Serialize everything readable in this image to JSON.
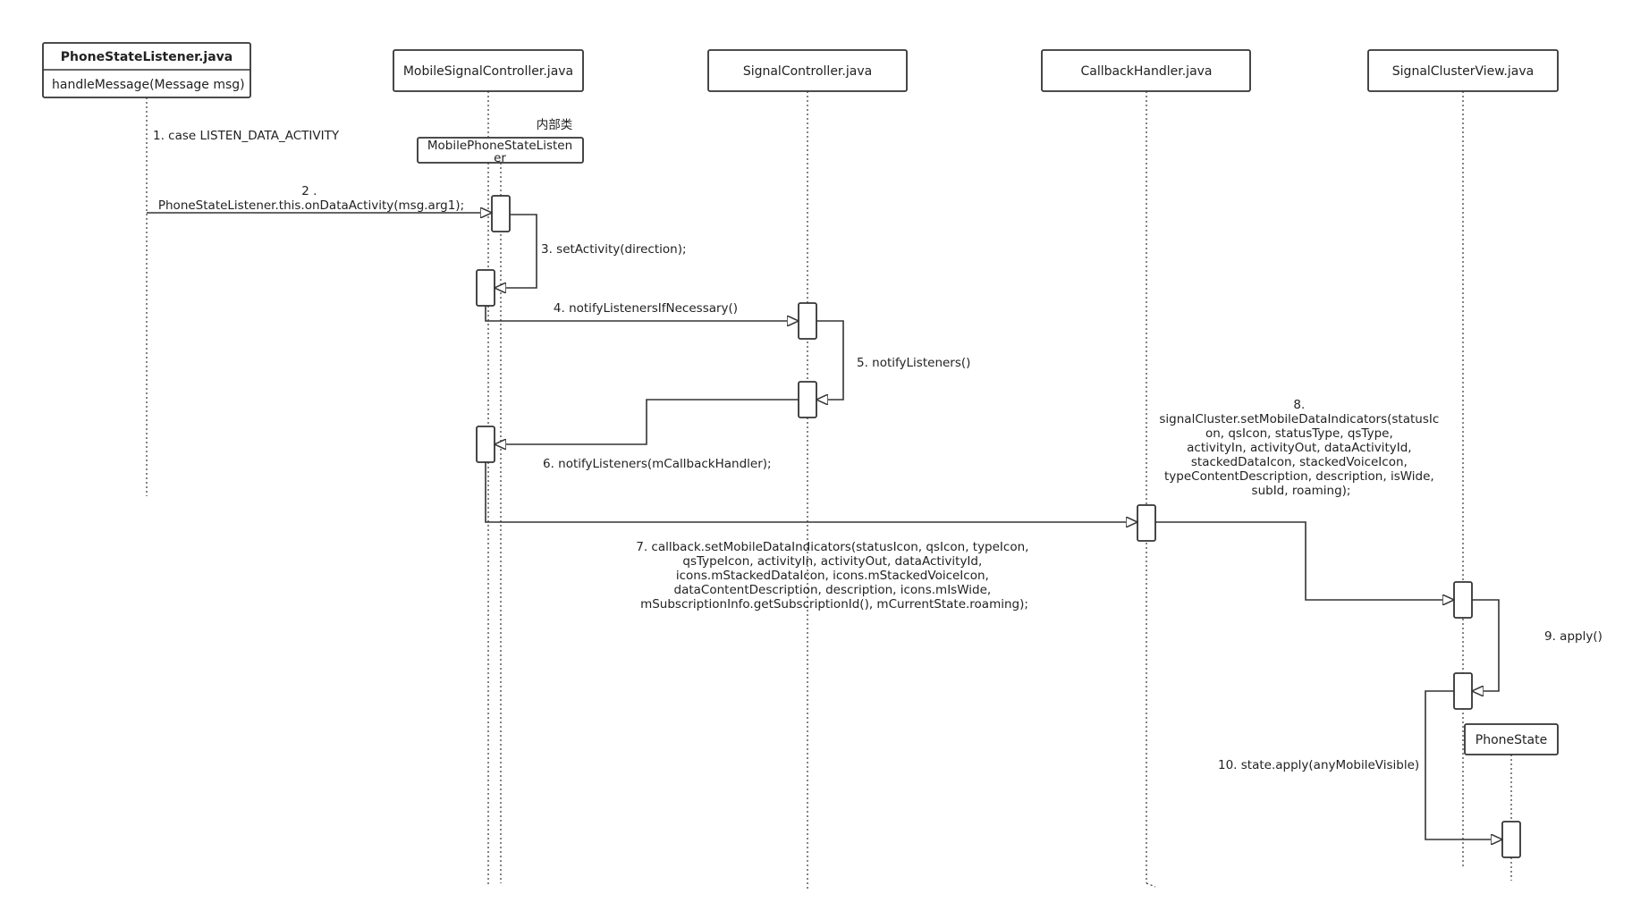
{
  "participants": {
    "phone_state_listener": {
      "title": "PhoneStateListener.java",
      "method": "handleMessage(Message msg)"
    },
    "mobile_signal_controller": {
      "title": "MobileSignalController.java"
    },
    "inner_class_tag": "内部类",
    "inner_class_lines": [
      "MobilePhoneStateListen",
      "er"
    ],
    "signal_controller": {
      "title": "SignalController.java"
    },
    "callback_handler": {
      "title": "CallbackHandler.java"
    },
    "signal_cluster_view": {
      "title": "SignalClusterView.java"
    },
    "phone_state": {
      "title": "PhoneState"
    }
  },
  "messages": {
    "m1": [
      "1. case LISTEN_DATA_ACTIVITY"
    ],
    "m2": [
      "2  .",
      "PhoneStateListener.this.onDataActivity(msg.arg1);"
    ],
    "m3": [
      "3. setActivity(direction);"
    ],
    "m4": [
      "4. notifyListenersIfNecessary()"
    ],
    "m5": [
      "5. notifyListeners()"
    ],
    "m6": [
      "6. notifyListeners(mCallbackHandler);"
    ],
    "m7": [
      "7. callback.setMobileDataIndicators(statusIcon, qsIcon, typeIcon,",
      "qsTypeIcon,                 activityIn, activityOut, dataActivityId,",
      "icons.mStackedDataIcon, icons.mStackedVoiceIcon,",
      "dataContentDescription, description, icons.mIsWide,",
      "mSubscriptionInfo.getSubscriptionId(), mCurrentState.roaming);"
    ],
    "m8": [
      "8.",
      "signalCluster.setMobileDataIndicators(statusIc",
      "on, qsIcon, statusType, qsType,",
      "activityIn, activityOut, dataActivityId,",
      "stackedDataIcon, stackedVoiceIcon,",
      "typeContentDescription, description, isWide,",
      "subId, roaming);"
    ],
    "m9": [
      "9. apply()"
    ],
    "m10": [
      "10. state.apply(anyMobileVisible)"
    ]
  }
}
